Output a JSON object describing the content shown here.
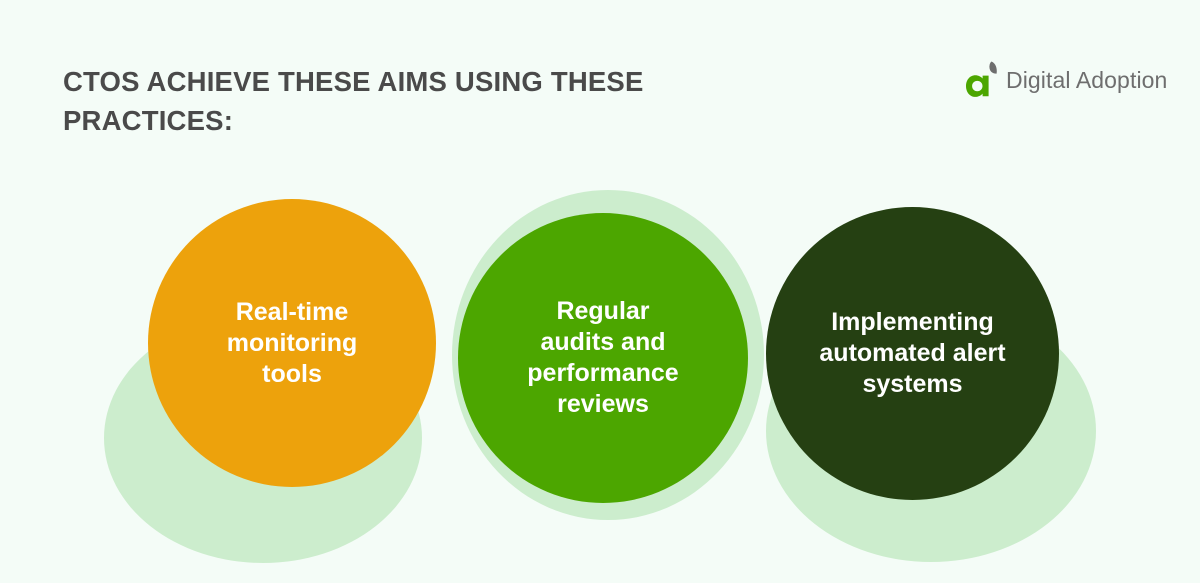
{
  "background_color": "#F4FCF7",
  "header": {
    "title": "CTOS achieve these aims using these\npractices:",
    "title_color": "#4A4A4A"
  },
  "logo": {
    "mark_name": "digital-adoption-logo-mark",
    "mark_color": "#4CA600",
    "leaf_color": "#6E6E6E",
    "text": "Digital Adoption",
    "text_color": "#6E6E6E"
  },
  "diagram": {
    "blob_color": "#CCEDCD",
    "items": [
      {
        "id": "real-time-monitoring-tools",
        "label": "Real-time\nmonitoring\ntools",
        "color": "#EDA20C",
        "text_color": "#FFFFFF"
      },
      {
        "id": "regular-audits-and-performance-reviews",
        "label": "Regular\naudits and\nperformance\nreviews",
        "color": "#4CA600",
        "text_color": "#FFFFFF"
      },
      {
        "id": "implementing-automated-alert-systems",
        "label": "Implementing\nautomated alert\nsystems",
        "color": "#254012",
        "text_color": "#FFFFFF"
      }
    ]
  }
}
